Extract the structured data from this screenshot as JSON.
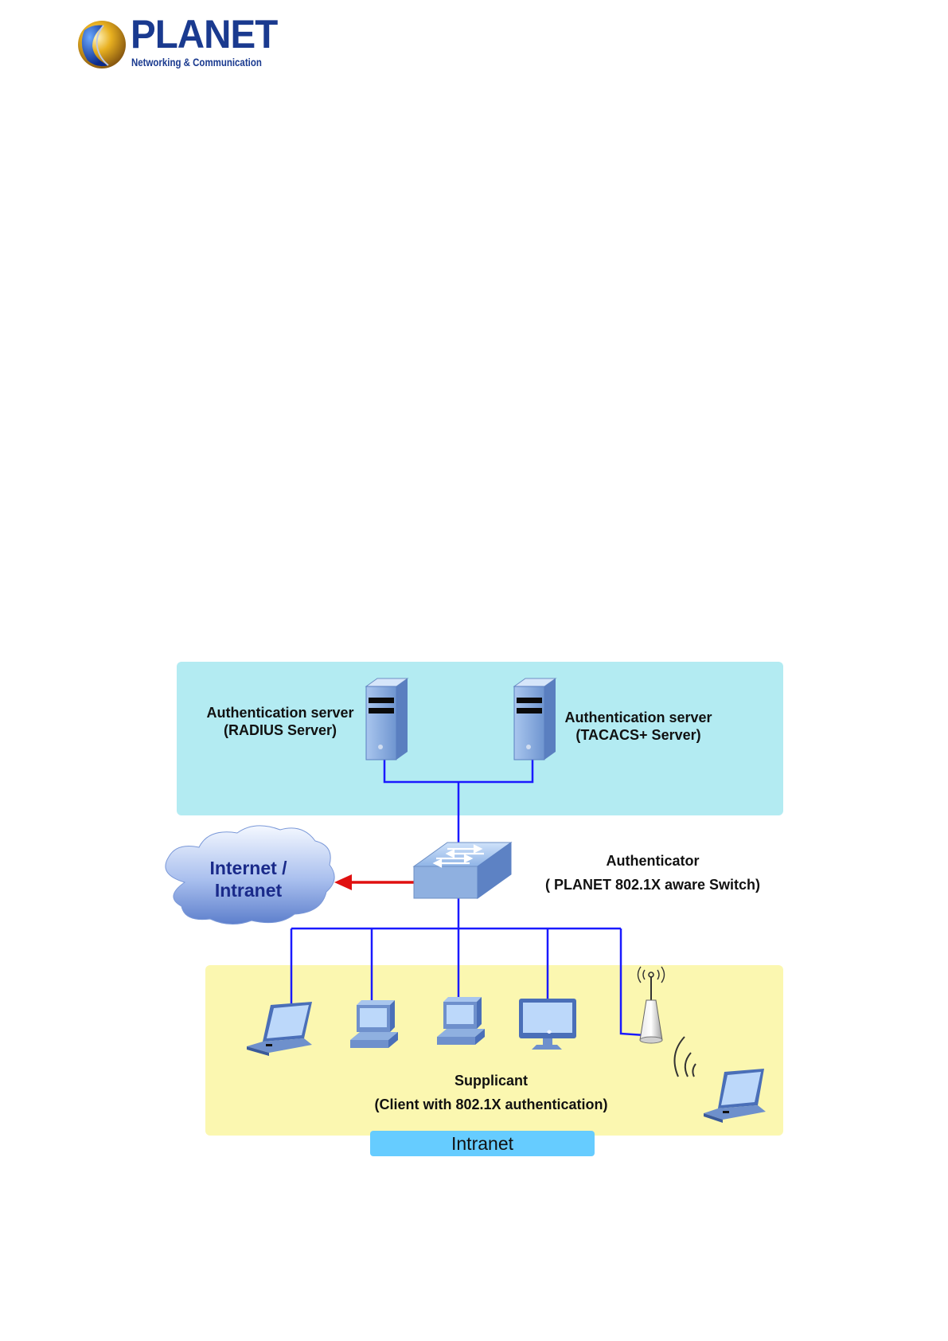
{
  "header": {
    "brand": "PLANET",
    "tagline": "Networking & Communication"
  },
  "diagram": {
    "radius_server": {
      "line1": "Authentication server",
      "line2": "(RADIUS Server)"
    },
    "tacacs_server": {
      "line1": "Authentication server",
      "line2": "(TACACS+ Server)"
    },
    "authenticator": {
      "line1": "Authenticator",
      "line2": "( PLANET 802.1X aware Switch)"
    },
    "cloud": {
      "line1": "Internet /",
      "line2": "Intranet"
    },
    "supplicant": {
      "line1": "Supplicant",
      "line2": "(Client with 802.1X authentication)"
    },
    "zone_label": "Intranet"
  },
  "colors": {
    "server_zone": "#b3ebf2",
    "client_zone": "#fbf7b0",
    "link": "#1a1aff",
    "arrow": "#e01010",
    "brand": "#1a3a8f"
  }
}
